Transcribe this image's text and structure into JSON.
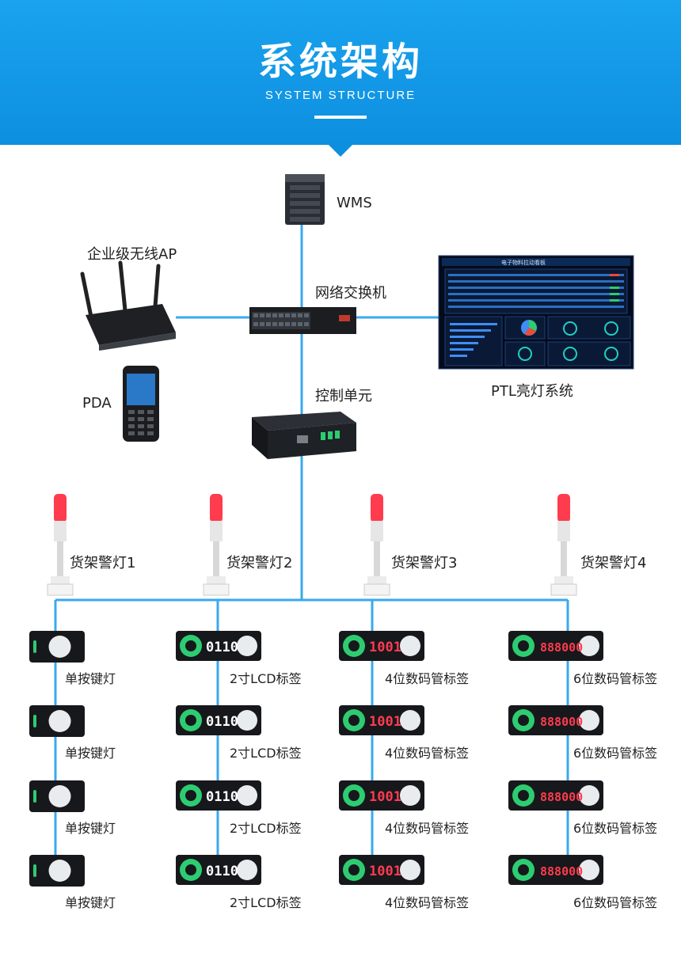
{
  "header": {
    "title": "系统架构",
    "subtitle": "SYSTEM STRUCTURE"
  },
  "nodes": {
    "wms": "WMS",
    "ap": "企业级无线AP",
    "switch": "网络交换机",
    "pda": "PDA",
    "controller": "控制单元",
    "ptl": "PTL亮灯系统"
  },
  "warning_lights": [
    "货架警灯1",
    "货架警灯2",
    "货架警灯3",
    "货架警灯4"
  ],
  "columns": [
    {
      "label": "单按键灯",
      "count": 4
    },
    {
      "label": "2寸LCD标签",
      "count": 4,
      "display": "0110"
    },
    {
      "label": "4位数码管标签",
      "count": 4,
      "display": "1001"
    },
    {
      "label": "6位数码管标签",
      "count": 4,
      "display": "888000"
    }
  ],
  "dashboard": {
    "title": "电子物料拉动看板"
  },
  "colors": {
    "header": "#0d8fe0",
    "line": "#3aa9ee",
    "warning_red": "#ff3b4e"
  }
}
